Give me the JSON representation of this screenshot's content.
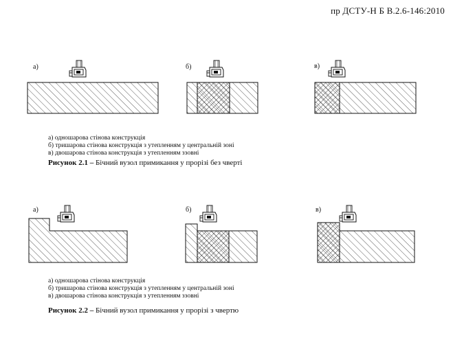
{
  "header": {
    "doc_id": "пр ДСТУ-Н Б В.2.6-146:2010"
  },
  "figure1": {
    "panels": [
      {
        "label": "а)"
      },
      {
        "label": "б)"
      },
      {
        "label": "в)"
      }
    ],
    "legend": [
      "а) одношарова стінова конструкція",
      "б) тришарова стінова конструкція з утепленням у центральній зоні",
      "в) двошарова стінова конструкція з утепленням ззовні"
    ],
    "title_bold": "Рисунок 2.1 –",
    "title_text": " Бічний вузол примикання у прорізі без чверті"
  },
  "figure2": {
    "panels": [
      {
        "label": "а)"
      },
      {
        "label": "б)"
      },
      {
        "label": "в)"
      }
    ],
    "legend": [
      "а) одношарова стінова конструкція",
      "б) тришарова стінова конструкція з утепленням у центральній зоні",
      "в) двошарова стінова конструкція з утепленням ззовні"
    ],
    "title_bold": "Рисунок 2.2 –",
    "title_text": " Бічний вузол примикання у прорізі з чвертю"
  }
}
